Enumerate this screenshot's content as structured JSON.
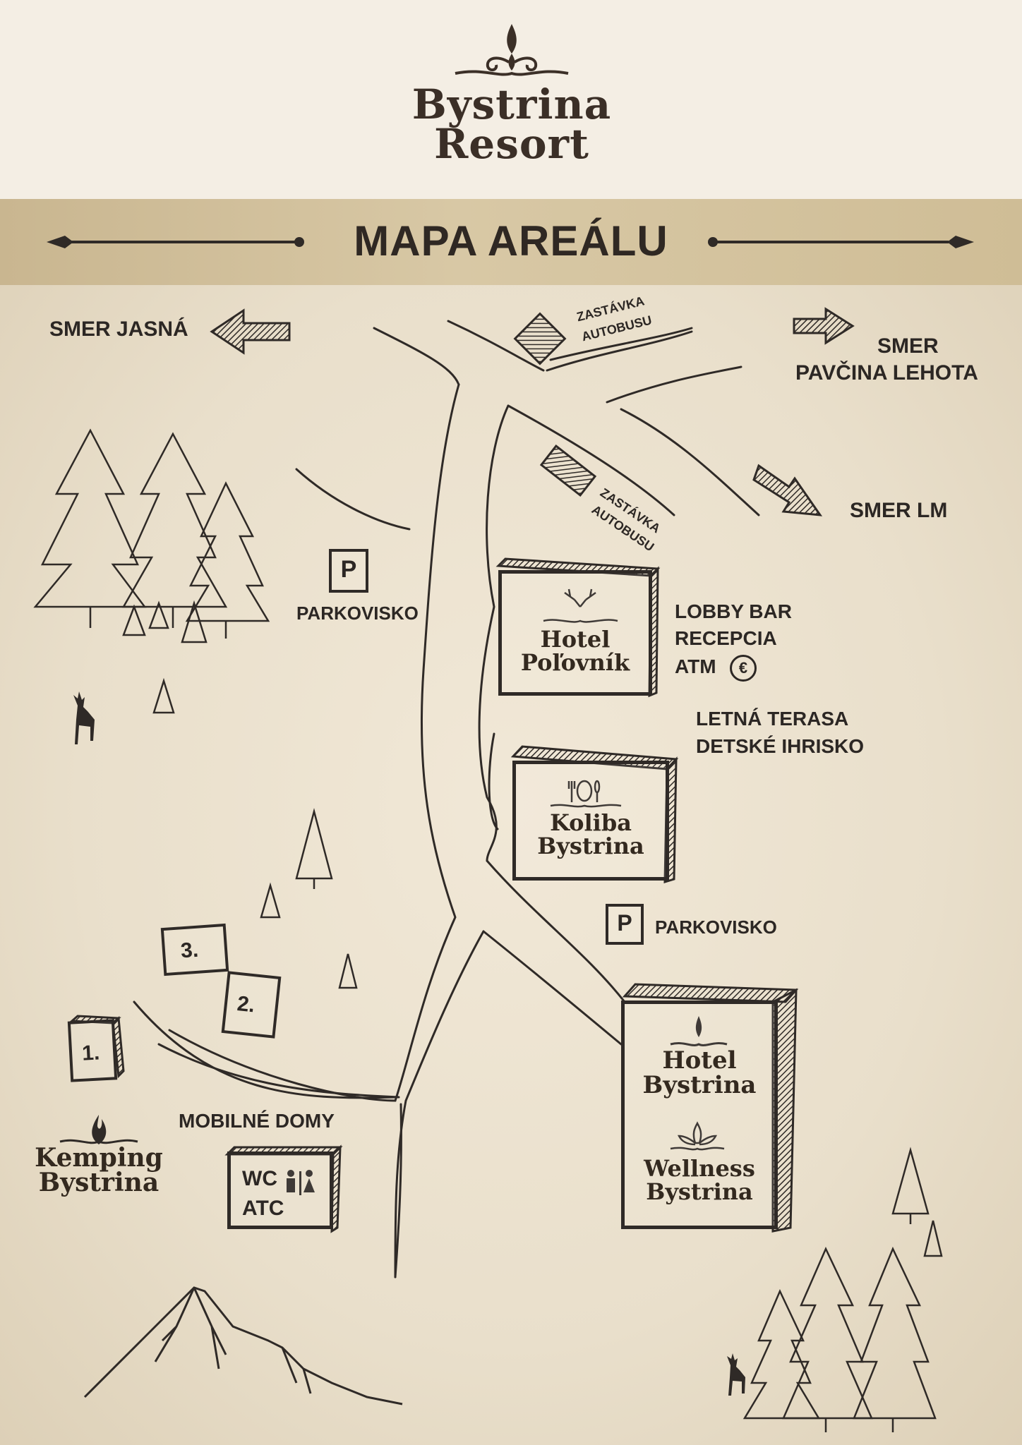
{
  "brand": {
    "line1": "Bystrina",
    "line2": "Resort"
  },
  "title": "MAPA AREÁLU",
  "directions": {
    "jasna": "SMER JASNÁ",
    "pavcina_1": "SMER",
    "pavcina_2": "PAVČINA LEHOTA",
    "lm": "SMER LM"
  },
  "bus_stop": {
    "line1": "ZASTÁVKA",
    "line2": "AUTOBUSU"
  },
  "parking": {
    "icon": "P",
    "label": "PARKOVISKO"
  },
  "hotel_polovnik": {
    "line1": "Hotel",
    "line2": "Poľovník"
  },
  "polovnik_info": [
    "LOBBY BAR",
    "RECEPCIA",
    "ATM"
  ],
  "atm_symbol": "€",
  "terrace_info": [
    "LETNÁ TERASA",
    "DETSKÉ IHRISKO"
  ],
  "koliba": {
    "line1": "Koliba",
    "line2": "Bystrina"
  },
  "hotel_bystrina": {
    "line1": "Hotel",
    "line2": "Bystrina"
  },
  "wellness": {
    "line1": "Wellness",
    "line2": "Bystrina"
  },
  "mobile_homes": {
    "label": "MOBILNÉ DOMY",
    "numbers": [
      "1.",
      "2.",
      "3."
    ]
  },
  "wc_atc": {
    "line1": "WC",
    "line2": "ATC"
  },
  "kemping": {
    "line1": "Kemping",
    "line2": "Bystrina"
  },
  "colors": {
    "ink": "#2f2a27",
    "parchment": "#ece2d0",
    "band": "#cfbd96",
    "header": "#f4eee4"
  }
}
